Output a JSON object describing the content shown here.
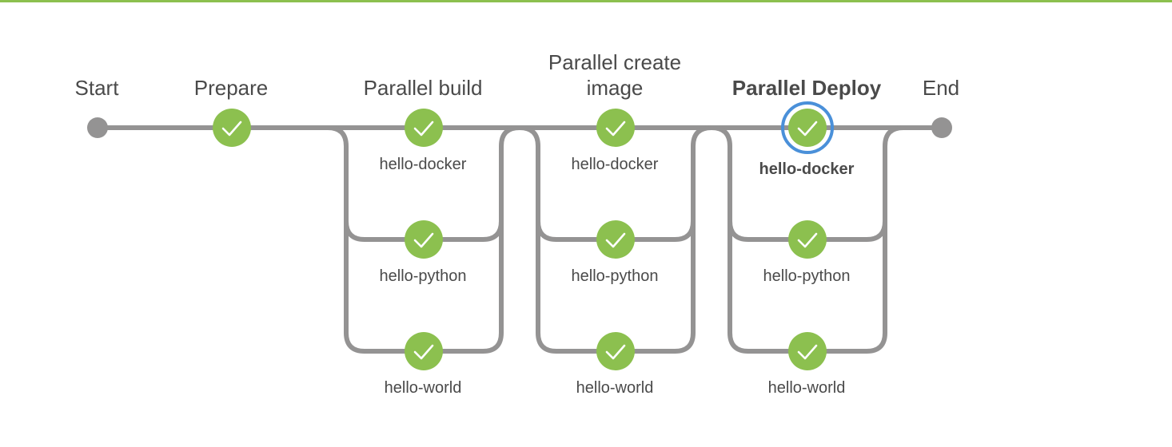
{
  "colors": {
    "success": "#8cc04f",
    "connector": "#949393",
    "selected": "#4a90d9",
    "text": "#4a4a4a",
    "top_bar": "#8cc04f"
  },
  "pipeline": {
    "start_label": "Start",
    "end_label": "End",
    "stages": [
      {
        "name": "Prepare",
        "status": "success",
        "selected": false,
        "branches": []
      },
      {
        "name_lines": [
          "Parallel build"
        ],
        "status": "success",
        "selected": false,
        "branches": [
          {
            "label": "hello-docker",
            "status": "success"
          },
          {
            "label": "hello-python",
            "status": "success"
          },
          {
            "label": "hello-world",
            "status": "success"
          }
        ]
      },
      {
        "name_lines": [
          "Parallel create",
          "image"
        ],
        "status": "success",
        "selected": false,
        "branches": [
          {
            "label": "hello-docker",
            "status": "success"
          },
          {
            "label": "hello-python",
            "status": "success"
          },
          {
            "label": "hello-world",
            "status": "success"
          }
        ]
      },
      {
        "name_lines": [
          "Parallel Deploy"
        ],
        "status": "success",
        "selected": true,
        "branches": [
          {
            "label": "hello-docker",
            "status": "success",
            "selected": true
          },
          {
            "label": "hello-python",
            "status": "success"
          },
          {
            "label": "hello-world",
            "status": "success"
          }
        ]
      }
    ],
    "status_icon": "check-icon"
  }
}
